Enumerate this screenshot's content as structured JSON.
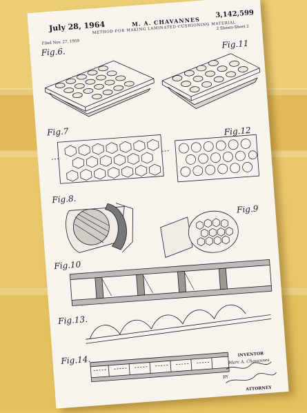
{
  "patent": {
    "date": "July 28, 1964",
    "inventor": "M. A. CHAVANNES",
    "number": "3,142,599",
    "title": "METHOD FOR MAKING LAMINATED CUSHIONING MATERIAL",
    "filed": "Filed Nov. 27, 1959",
    "sheets": "2 Sheets-Sheet 2"
  },
  "figures": {
    "fig6": "Fig.6.",
    "fig11": "Fig.11",
    "fig7": "Fig.7",
    "fig12": "Fig.12",
    "fig8": "Fig.8.",
    "fig9": "Fig.9",
    "fig10": "Fig.10",
    "fig13": "Fig.13.",
    "fig14": "Fig.14."
  },
  "signature": {
    "inventor_label": "INVENTOR",
    "inventor_name": "Marc A. Chavannes",
    "by": "BY",
    "attorney_label": "ATTORNEY"
  },
  "colors": {
    "background": "#e7c463",
    "paper": "#f6f4ec",
    "ink": "#1a1a1a"
  }
}
